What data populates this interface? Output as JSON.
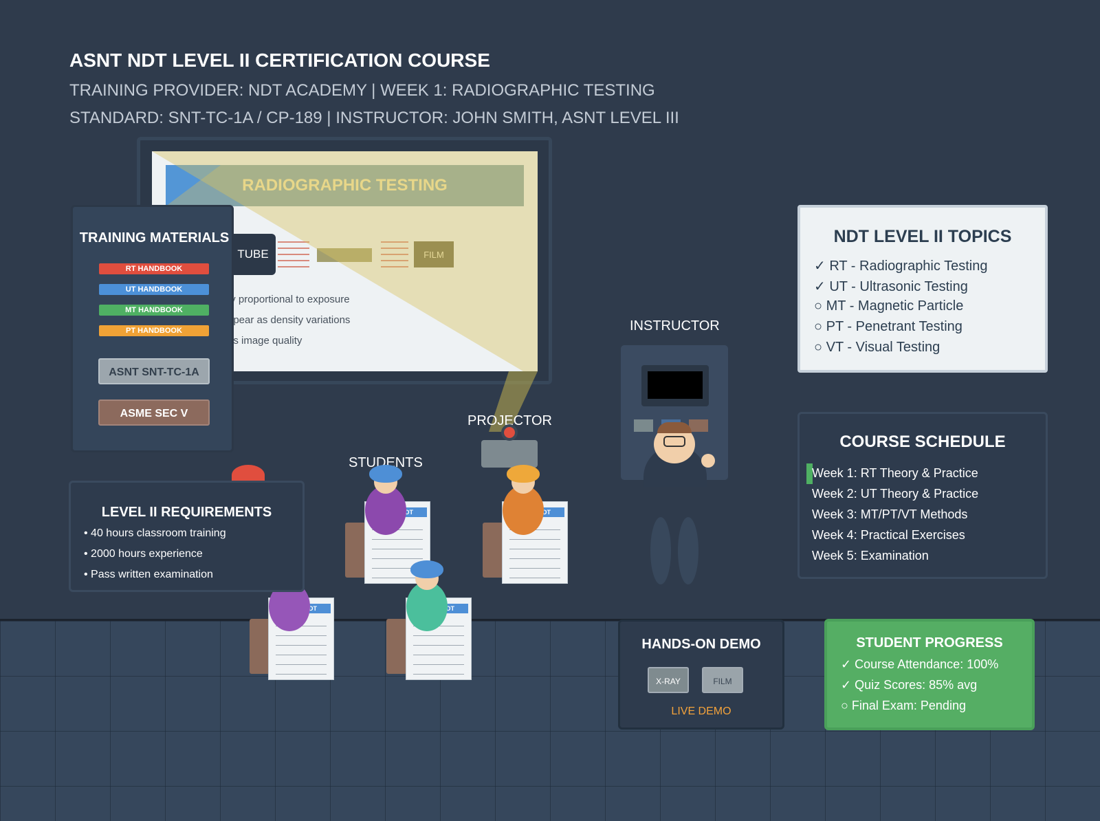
{
  "header": {
    "title": "ASNT NDT LEVEL II CERTIFICATION COURSE",
    "subtitle1": "TRAINING PROVIDER: NDT ACADEMY | WEEK 1: RADIOGRAPHIC TESTING",
    "subtitle2": "STANDARD: SNT-TC-1A / CP-189 | INSTRUCTOR: JOHN SMITH, ASNT LEVEL III"
  },
  "slide": {
    "title": "RADIOGRAPHIC TESTING",
    "tube_label": "TUBE",
    "film_label": "FILM",
    "bullets": [
      "ty proportional to exposure",
      "ppear as density variations",
      "es image quality"
    ]
  },
  "materials": {
    "title": "TRAINING MATERIALS",
    "books": [
      {
        "label": "RT HANDBOOK",
        "color": "#e04e3e"
      },
      {
        "label": "UT HANDBOOK",
        "color": "#4c90d8"
      },
      {
        "label": "MT HANDBOOK",
        "color": "#4fb063"
      },
      {
        "label": "PT HANDBOOK",
        "color": "#f0a236"
      }
    ],
    "standards": [
      {
        "label": "ASNT SNT-TC-1A",
        "bg": "#9ca6ad",
        "fg": "#33404d"
      },
      {
        "label": "ASME SEC V",
        "bg": "#8c6a5d",
        "fg": "#ffffff"
      }
    ]
  },
  "requirements": {
    "title": "LEVEL II REQUIREMENTS",
    "items": [
      "• 40 hours classroom training",
      "• 2000 hours experience",
      "• Pass written examination"
    ]
  },
  "topics": {
    "title": "NDT LEVEL II TOPICS",
    "items": [
      "✓ RT - Radiographic Testing",
      "✓ UT - Ultrasonic Testing",
      "○ MT - Magnetic Particle",
      "○ PT - Penetrant Testing",
      "○ VT - Visual Testing"
    ]
  },
  "schedule": {
    "title": "COURSE SCHEDULE",
    "items": [
      "Week 1: RT Theory & Practice",
      "Week 2: UT Theory & Practice",
      "Week 3: MT/PT/VT Methods",
      "Week 4: Practical Exercises",
      "Week 5: Examination"
    ]
  },
  "labels": {
    "instructor": "INSTRUCTOR",
    "projector": "PROJECTOR",
    "students": "STUDENTS",
    "paper_tag": "DT"
  },
  "demo": {
    "title": "HANDS-ON DEMO",
    "xray": "X-RAY",
    "film": "FILM",
    "live": "LIVE DEMO"
  },
  "progress": {
    "title": "STUDENT PROGRESS",
    "items": [
      "✓ Course Attendance: 100%",
      "✓ Quiz Scores: 85% avg",
      "○ Final Exam: Pending"
    ]
  },
  "colors": {
    "background": "#2f3b4c",
    "accent_green": "#55ae64",
    "accent_orange": "#f3a23b",
    "beam": "#cdbf5d"
  }
}
